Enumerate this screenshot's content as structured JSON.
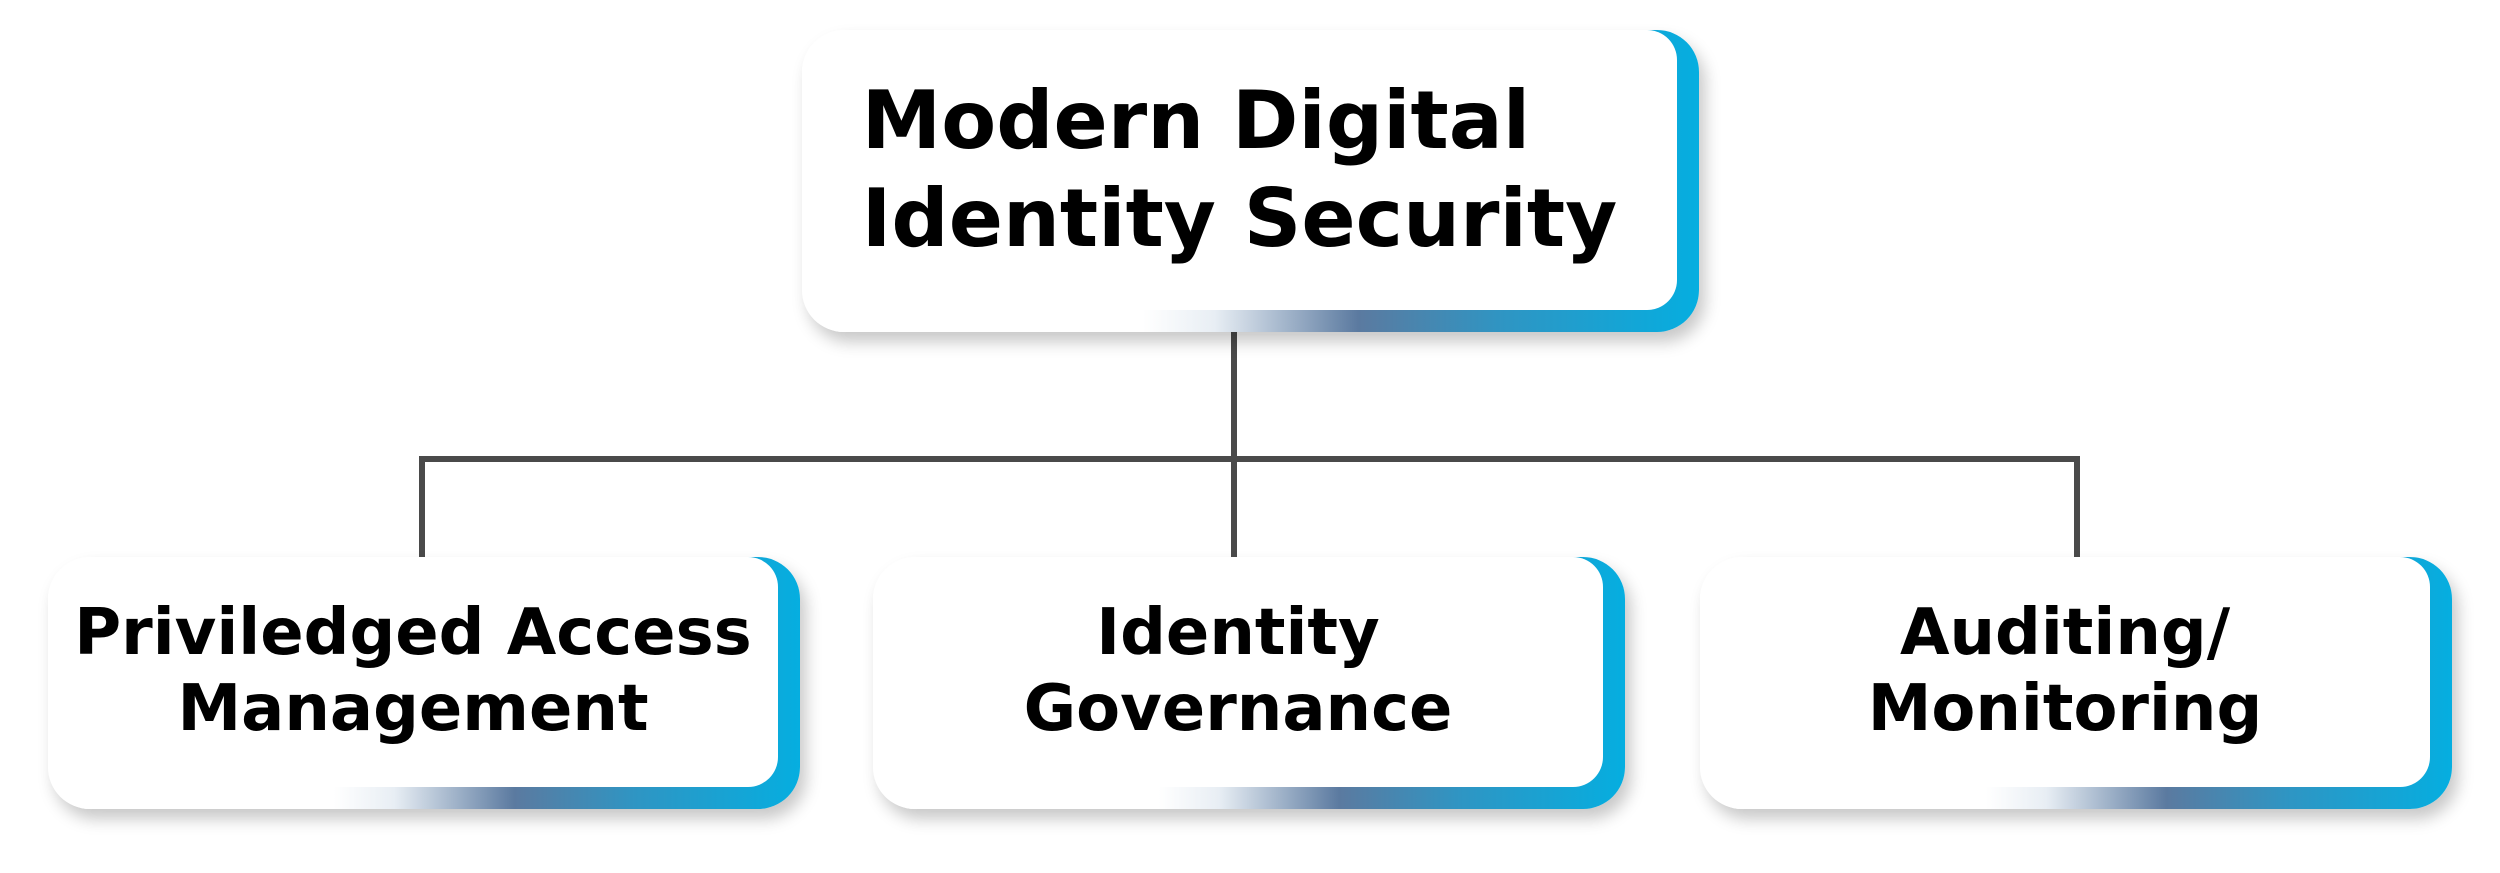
{
  "diagram": {
    "root": {
      "label": "Modern Digital\nIdentity Security"
    },
    "children": [
      {
        "label": "Priviledged Access\nManagement"
      },
      {
        "label": "Identity\nGovernance"
      },
      {
        "label": "Auditing/\nMonitoring"
      }
    ]
  },
  "colors": {
    "accent_blue": "#05aee0",
    "accent_slate": "#5b7aa0",
    "connector": "#4a4a4a",
    "text": "#000000"
  }
}
